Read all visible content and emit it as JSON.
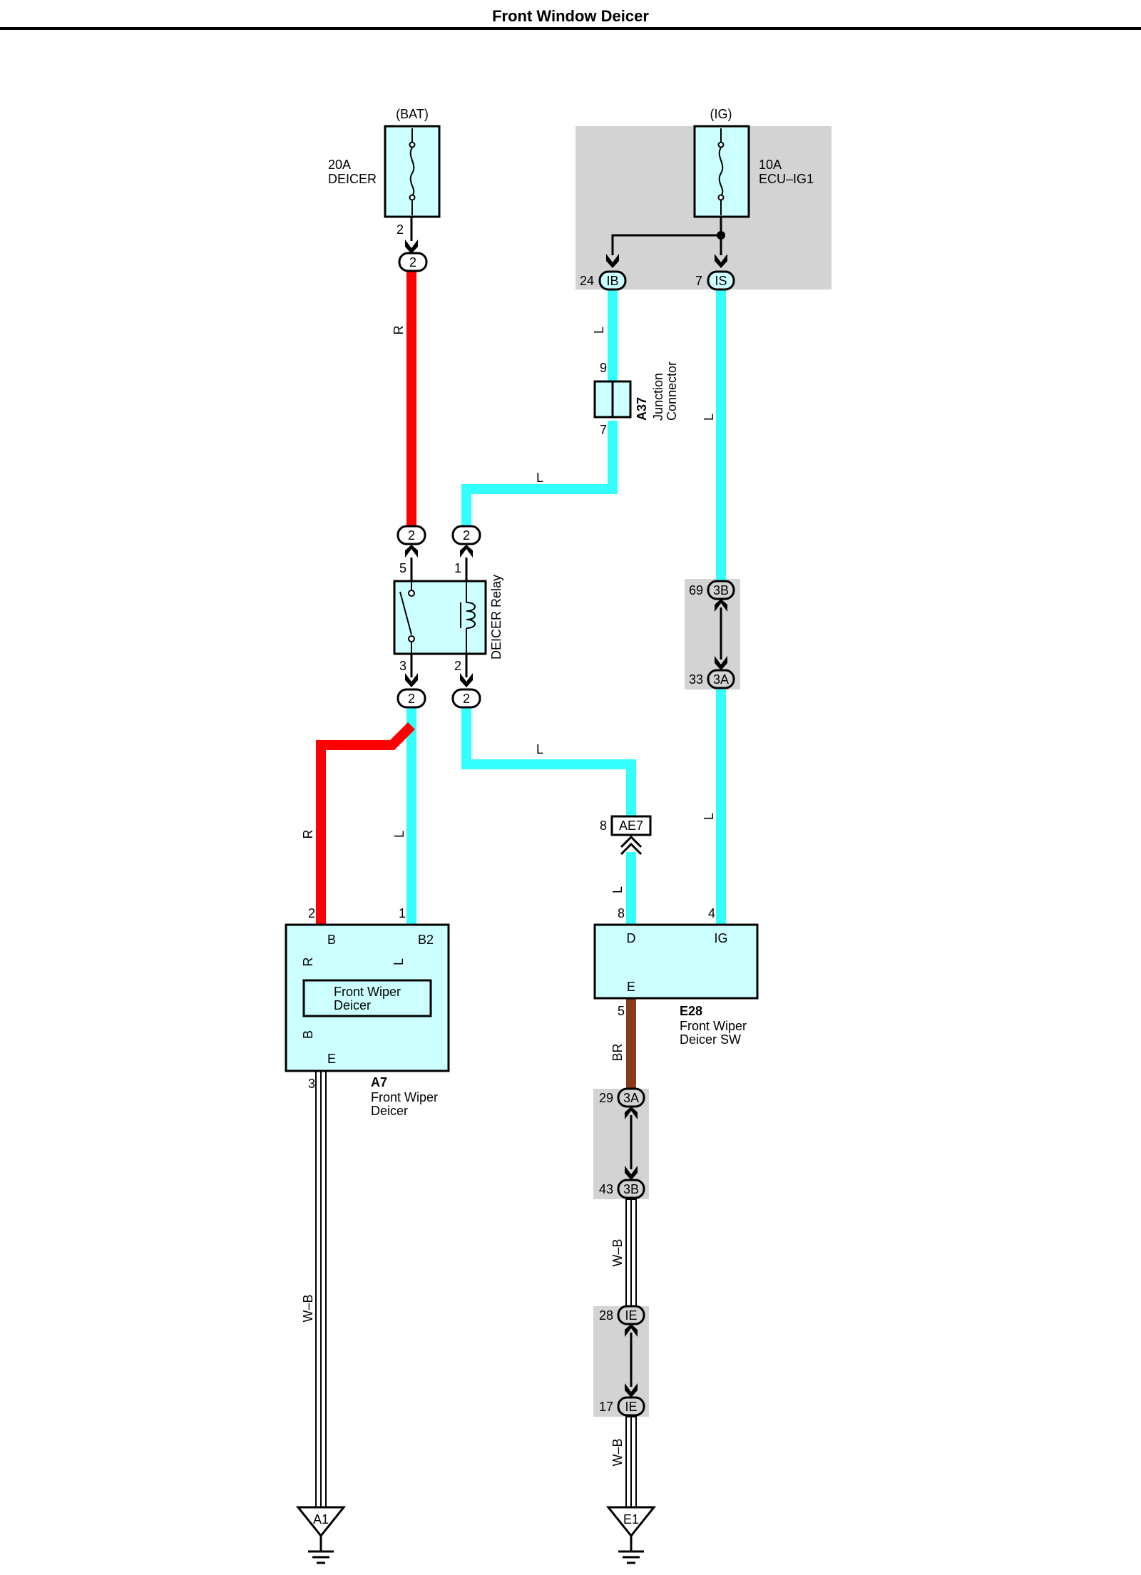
{
  "title": "Front Window Deicer",
  "colors": {
    "wire_r": "#ff0000",
    "wire_l": "#33ffff",
    "wire_br": "#8b3a1a",
    "wire_b": "#000000",
    "box_fill": "#ccffff",
    "shade": "#d3d3d3"
  },
  "fuses": {
    "bat": {
      "supply": "(BAT)",
      "rating": "20A",
      "name": "DEICER",
      "pin": "2",
      "connector": "2"
    },
    "ig": {
      "supply": "(IG)",
      "rating": "10A",
      "name": "ECU–IG1",
      "pin_ib": "24",
      "conn_ib": "IB",
      "pin_is": "7",
      "conn_is": "IS"
    }
  },
  "junction": {
    "code": "A37",
    "name_line1": "Junction",
    "name_line2": "Connector",
    "pin_top": "9",
    "pin_bottom": "7"
  },
  "relay": {
    "name": "DEICER Relay",
    "pin_5": "5",
    "pin_1": "1",
    "pin_3": "3",
    "pin_2": "2",
    "conn_top_left": "2",
    "conn_top_right": "2",
    "conn_bot_left": "2",
    "conn_bot_right": "2"
  },
  "joints": {
    "j1": {
      "pin_top": "69",
      "conn_top": "3B",
      "pin_bottom": "33",
      "conn_bottom": "3A"
    },
    "j2": {
      "pin_top": "29",
      "conn_top": "3A",
      "pin_bottom": "43",
      "conn_bottom": "3B"
    },
    "j3": {
      "pin_top": "28",
      "conn_top": "IE",
      "pin_bottom": "17",
      "conn_bottom": "IE"
    }
  },
  "ae7": {
    "pin": "8",
    "code": "AE7"
  },
  "deicer_a7": {
    "code": "A7",
    "name_line1": "Front Wiper",
    "name_line2": "Deicer",
    "inner_line1": "Front Wiper",
    "inner_line2": "Deicer",
    "pin_2": "2",
    "pin_1": "1",
    "pin_3": "3",
    "term_b": "B",
    "term_b2": "B2",
    "term_e": "E"
  },
  "switch_e28": {
    "code": "E28",
    "name_line1": "Front Wiper",
    "name_line2": "Deicer SW",
    "pin_8": "8",
    "pin_4": "4",
    "pin_5": "5",
    "term_d": "D",
    "term_ig": "IG",
    "term_e": "E"
  },
  "wire_labels": {
    "r": "R",
    "l": "L",
    "b": "B",
    "br": "BR",
    "wb": "W–B"
  },
  "grounds": {
    "a1": "A1",
    "e1": "E1"
  }
}
